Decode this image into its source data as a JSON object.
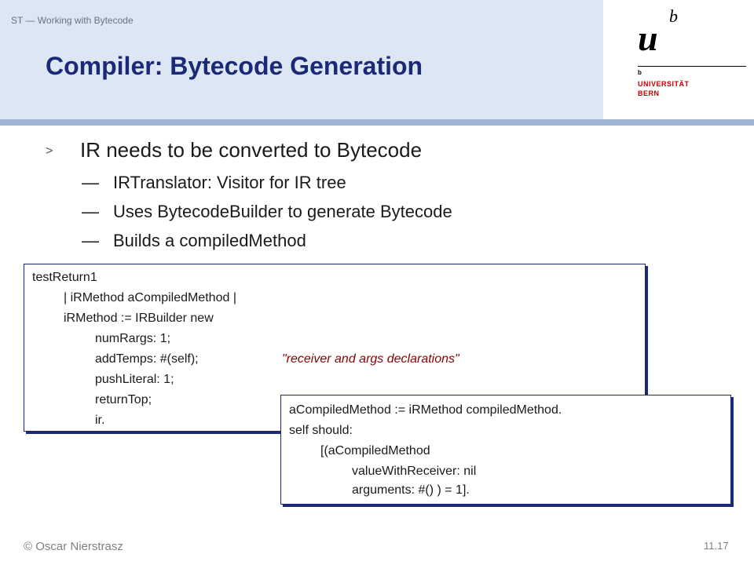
{
  "header": {
    "course": "ST — Working with Bytecode",
    "title": "Compiler: Bytecode Generation"
  },
  "logo": {
    "u": "u",
    "b": "b",
    "small_b": "b",
    "line1": "UNIVERSITÄT",
    "line2": "BERN"
  },
  "bullet": {
    "marker": ">",
    "text": "IR needs to be converted to Bytecode",
    "dash": "—",
    "subs": [
      "IRTranslator: Visitor for IR tree",
      "Uses BytecodeBuilder to generate Bytecode",
      "Builds a compiledMethod"
    ]
  },
  "code1": {
    "lines": [
      "testReturn1",
      "| iRMethod aCompiledMethod |",
      "iRMethod := IRBuilder new",
      "numRargs: 1;",
      "addTemps: #(self);",
      "pushLiteral: 1;",
      "returnTop;",
      "ir."
    ],
    "comment": "\"receiver and args declarations\""
  },
  "code2": {
    "lines": [
      "aCompiledMethod := iRMethod compiledMethod.",
      "self should:",
      "[(aCompiledMethod",
      "valueWithReceiver: nil",
      "arguments: #() ) = 1]."
    ]
  },
  "footer": {
    "author": "© Oscar Nierstrasz",
    "page": "11.17"
  }
}
